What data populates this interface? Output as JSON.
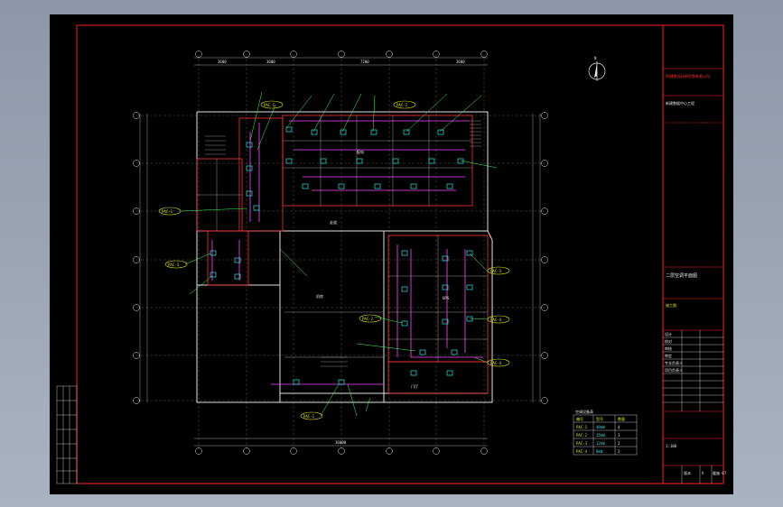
{
  "title_block": {
    "project_name": "新建数据中心工程",
    "drawing_title": "二层空调平面图",
    "design_unit": "XX建筑设计研究院有限公司",
    "stage": "施工图",
    "scale": "1:100",
    "sheet_no": "暖施-07",
    "rows": [
      "设计",
      "校对",
      "审核",
      "审定",
      "专业负责人",
      "项目负责人"
    ],
    "revision_label": "版本",
    "revision_value": "A"
  },
  "north_label": "N",
  "equipment_legend": {
    "title": "空调设备表",
    "headers": [
      "编号",
      "型号",
      "数量"
    ],
    "rows": [
      [
        "PAC-1",
        "40kW",
        "4"
      ],
      [
        "PAC-2",
        "25kW",
        "3"
      ],
      [
        "PAC-3",
        "12kW",
        "2"
      ],
      [
        "PAC-4",
        "8kW",
        "2"
      ]
    ]
  },
  "unit_labels": [
    "PAC-1",
    "PAC-2",
    "PAC-1",
    "PAC-3",
    "PAC-2",
    "PAC-3",
    "PAC-4",
    "PAC-4",
    "PAC-1"
  ],
  "room_labels": [
    "机房",
    "UPS",
    "配电",
    "走道",
    "门厅"
  ],
  "dimension_text": [
    "3600",
    "3600",
    "7200",
    "3600",
    "36000"
  ],
  "colors": {
    "frame": "#ff2020",
    "wall": "#e0e0e0",
    "unit": "#2ee6e6",
    "duct": "#ff49ff",
    "leader": "#3bff5a",
    "tag": "#e6e600",
    "grid": "#c8c8c8"
  }
}
